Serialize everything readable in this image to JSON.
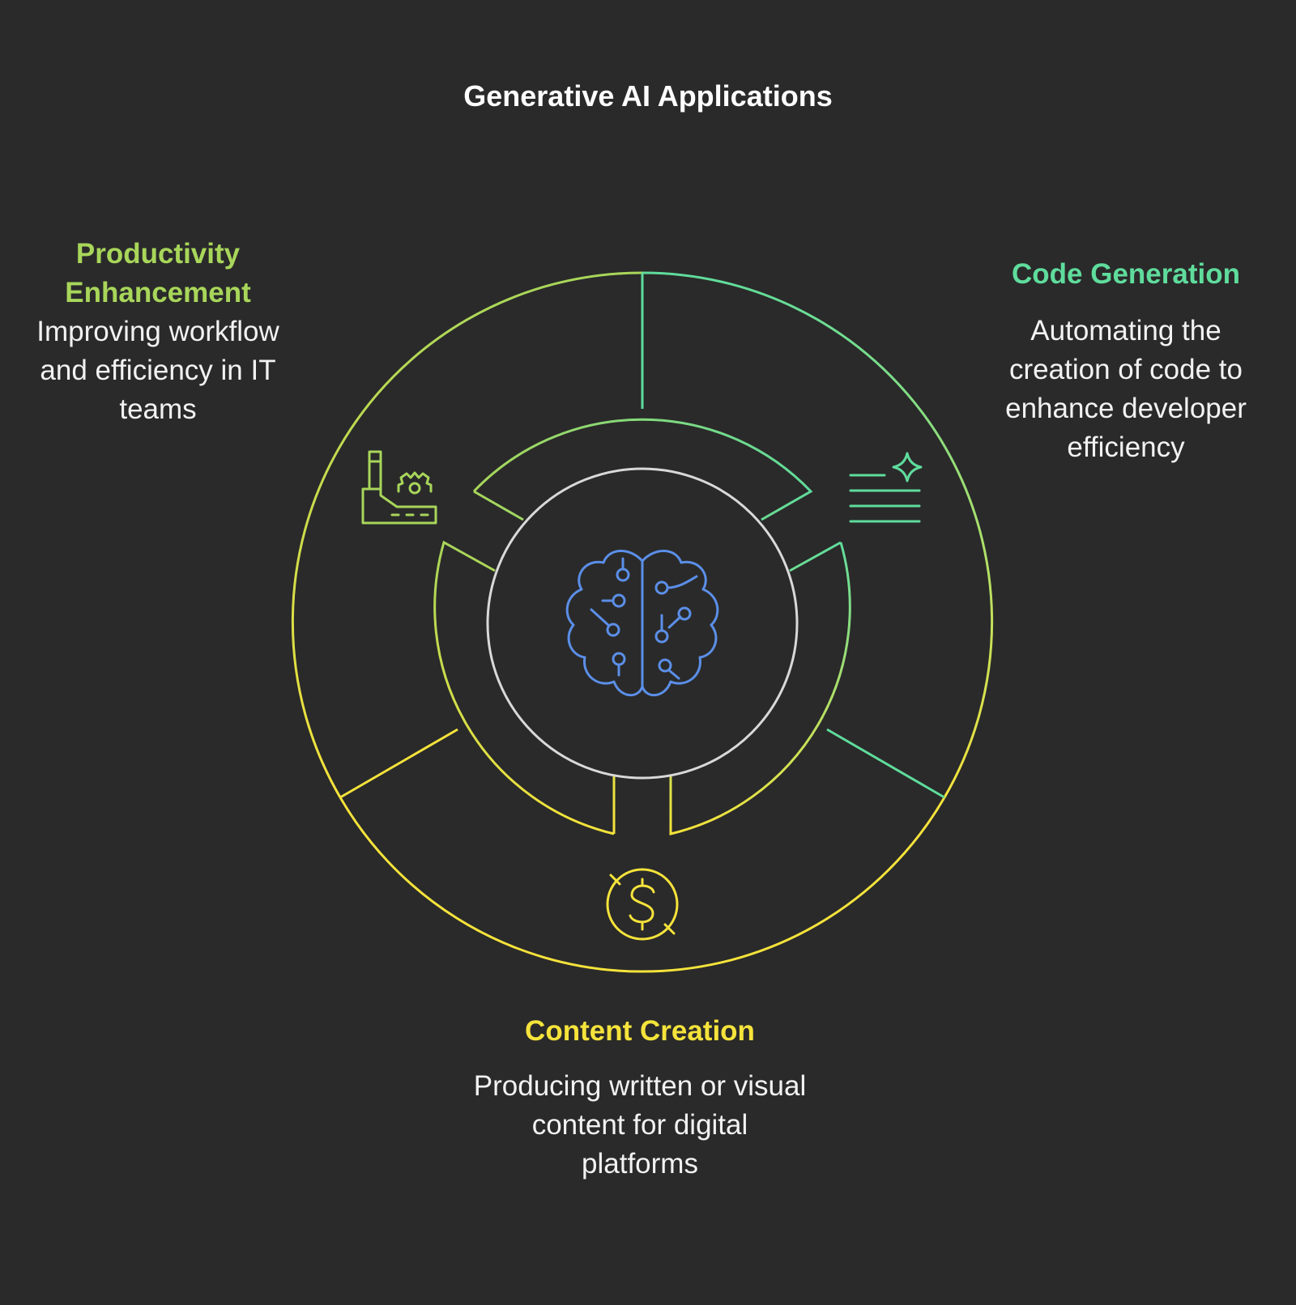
{
  "title": "Generative AI Applications",
  "colors": {
    "background": "#2a2a2a",
    "productivity": "#a8d65a",
    "code": "#5fdc9c",
    "content": "#f5e33b",
    "center_ring": "#d9d9d9",
    "brain": "#5b8fe8"
  },
  "segments": [
    {
      "id": "productivity",
      "heading": "Productivity Enhancement",
      "description": "Improving workflow and efficiency in IT teams",
      "icon": "factory-gear-icon"
    },
    {
      "id": "code",
      "heading": "Code Generation",
      "description": "Automating the creation of code to enhance developer efficiency",
      "icon": "text-lines-sparkle-icon"
    },
    {
      "id": "content",
      "heading": "Content Creation",
      "description": "Producing written or visual content for digital platforms",
      "icon": "dollar-circle-icon"
    }
  ],
  "center_icon": "brain-circuit-icon"
}
